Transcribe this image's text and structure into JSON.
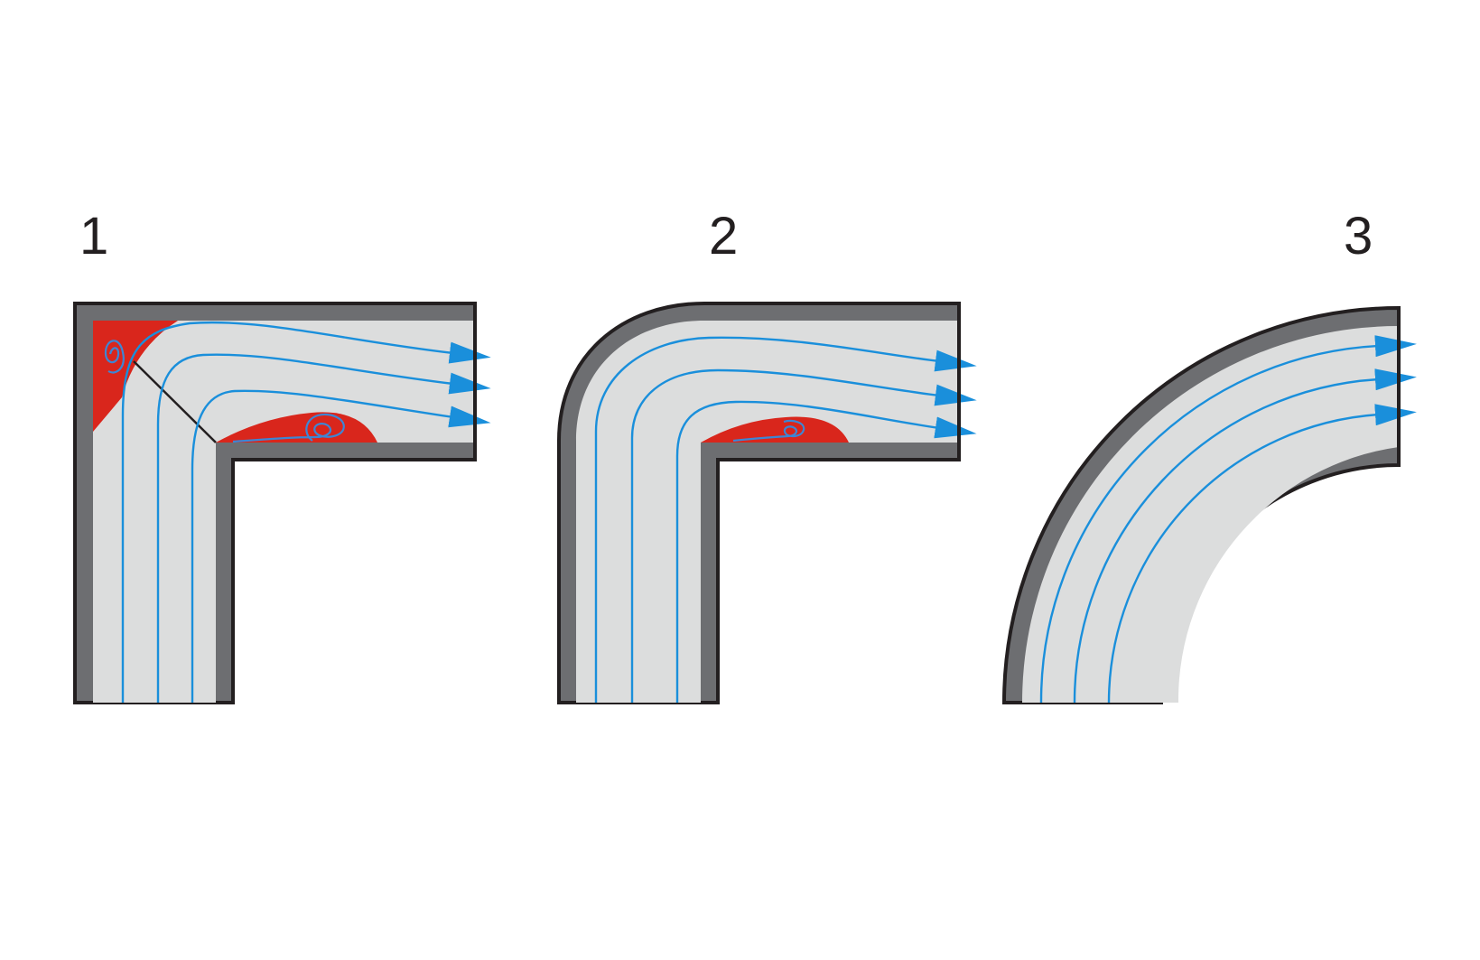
{
  "labels": {
    "panel1": "1",
    "panel2": "2",
    "panel3": "3"
  },
  "colors": {
    "background": "#ffffff",
    "wall": "#6d6e71",
    "interior": "#dcdddd",
    "outline": "#231f20",
    "streamline": "#1a8fdb",
    "separation": "#d9261c",
    "vortex": "#3d86d4"
  },
  "icons": {
    "flow_arrow": "flow-arrow-icon",
    "vortex": "vortex-spiral-icon"
  }
}
